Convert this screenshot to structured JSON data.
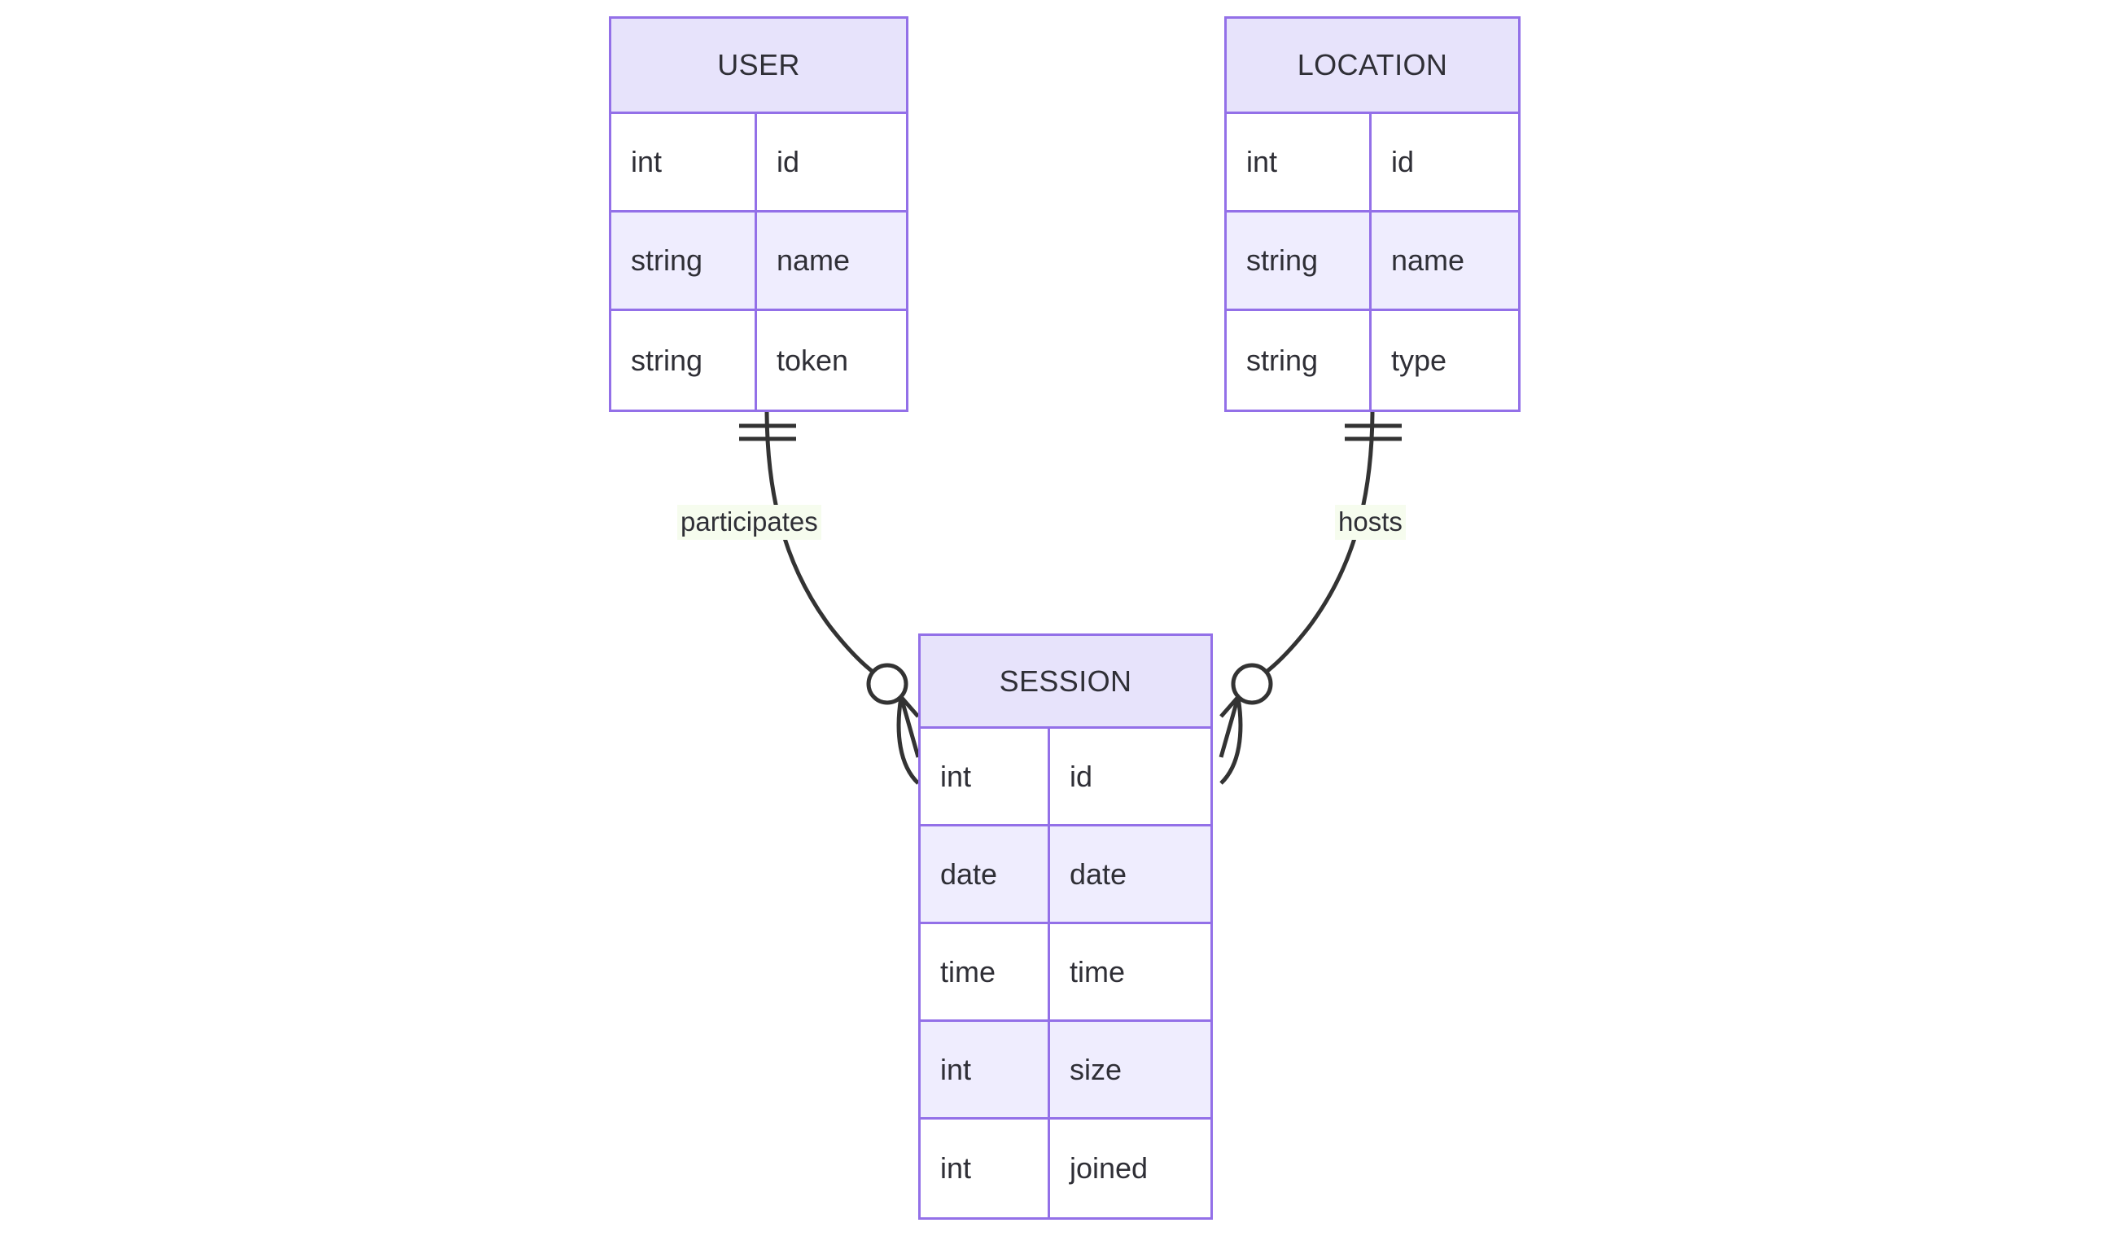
{
  "diagram": {
    "type": "entity-relationship-diagram",
    "notation": "crow's foot",
    "background_color": "#ffffff",
    "entity_border_color": "#9370e8",
    "entity_header_fill": "#e7e3fb",
    "entity_row_alt_fill": "#efedfe",
    "label_highlight_color": "#f6fcee",
    "connector_color": "#333333",
    "text_color": "#2f2f36"
  },
  "entities": [
    {
      "id": "user",
      "title": "USER",
      "attributes": [
        {
          "type": "int",
          "name": "id"
        },
        {
          "type": "string",
          "name": "name"
        },
        {
          "type": "string",
          "name": "token"
        }
      ]
    },
    {
      "id": "location",
      "title": "LOCATION",
      "attributes": [
        {
          "type": "int",
          "name": "id"
        },
        {
          "type": "string",
          "name": "name"
        },
        {
          "type": "string",
          "name": "type"
        }
      ]
    },
    {
      "id": "session",
      "title": "SESSION",
      "attributes": [
        {
          "type": "int",
          "name": "id"
        },
        {
          "type": "date",
          "name": "date"
        },
        {
          "type": "time",
          "name": "time"
        },
        {
          "type": "int",
          "name": "size"
        },
        {
          "type": "int",
          "name": "joined"
        }
      ]
    }
  ],
  "relationships": [
    {
      "id": "participates",
      "label": "participates",
      "from": "USER",
      "to": "SESSION",
      "from_cardinality": "exactly-one",
      "to_cardinality": "zero-or-many"
    },
    {
      "id": "hosts",
      "label": "hosts",
      "from": "LOCATION",
      "to": "SESSION",
      "from_cardinality": "exactly-one",
      "to_cardinality": "zero-or-many"
    }
  ]
}
